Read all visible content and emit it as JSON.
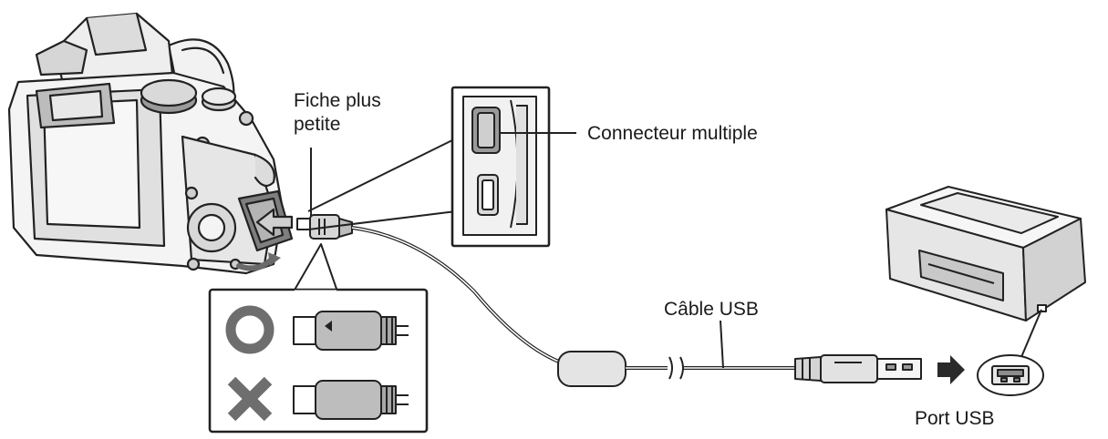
{
  "labels": {
    "smaller_plug_line1": "Fiche plus",
    "smaller_plug_line2": "petite",
    "multi_connector": "Connecteur multiple",
    "usb_cable": "Câble USB",
    "usb_port": "Port USB"
  },
  "colors": {
    "line": "#222222",
    "fill_light": "#ededed",
    "fill_mid": "#bdbdbd",
    "fill_dark": "#8a8a8a",
    "symbol_gray": "#6e6e6e"
  },
  "icons": {
    "correct": "circle-symbol",
    "incorrect": "cross-symbol"
  }
}
